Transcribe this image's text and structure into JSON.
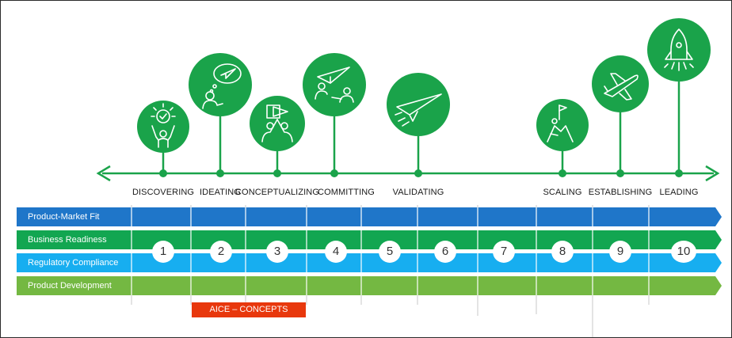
{
  "stages": [
    {
      "label": "DISCOVERING",
      "icon": "lightbulb-person-icon"
    },
    {
      "label": "IDEATING",
      "icon": "thinking-person-icon"
    },
    {
      "label": "CONCEPTUALIZING",
      "icon": "high-five-icon"
    },
    {
      "label": "COMMITTING",
      "icon": "team-paper-plane-icon"
    },
    {
      "label": "VALIDATING",
      "icon": "paper-plane-icon"
    },
    {
      "label": "SCALING",
      "icon": "mountain-flag-icon"
    },
    {
      "label": "ESTABLISHING",
      "icon": "airplane-icon"
    },
    {
      "label": "LEADING",
      "icon": "rocket-icon"
    }
  ],
  "bands": [
    {
      "label": "Product-Market Fit",
      "color": "#1f76c9"
    },
    {
      "label": "Business Readiness",
      "color": "#12a651"
    },
    {
      "label": "Regulatory Compliance",
      "color": "#17aef0"
    },
    {
      "label": "Product Development",
      "color": "#74b842"
    }
  ],
  "numbers": [
    "1",
    "2",
    "3",
    "4",
    "5",
    "6",
    "7",
    "8",
    "9",
    "10"
  ],
  "tag": {
    "label": "AICE – CONCEPTS",
    "color": "#e8380d"
  },
  "colors": {
    "circle": "#1aa34a",
    "timeline": "#1aa34a"
  }
}
